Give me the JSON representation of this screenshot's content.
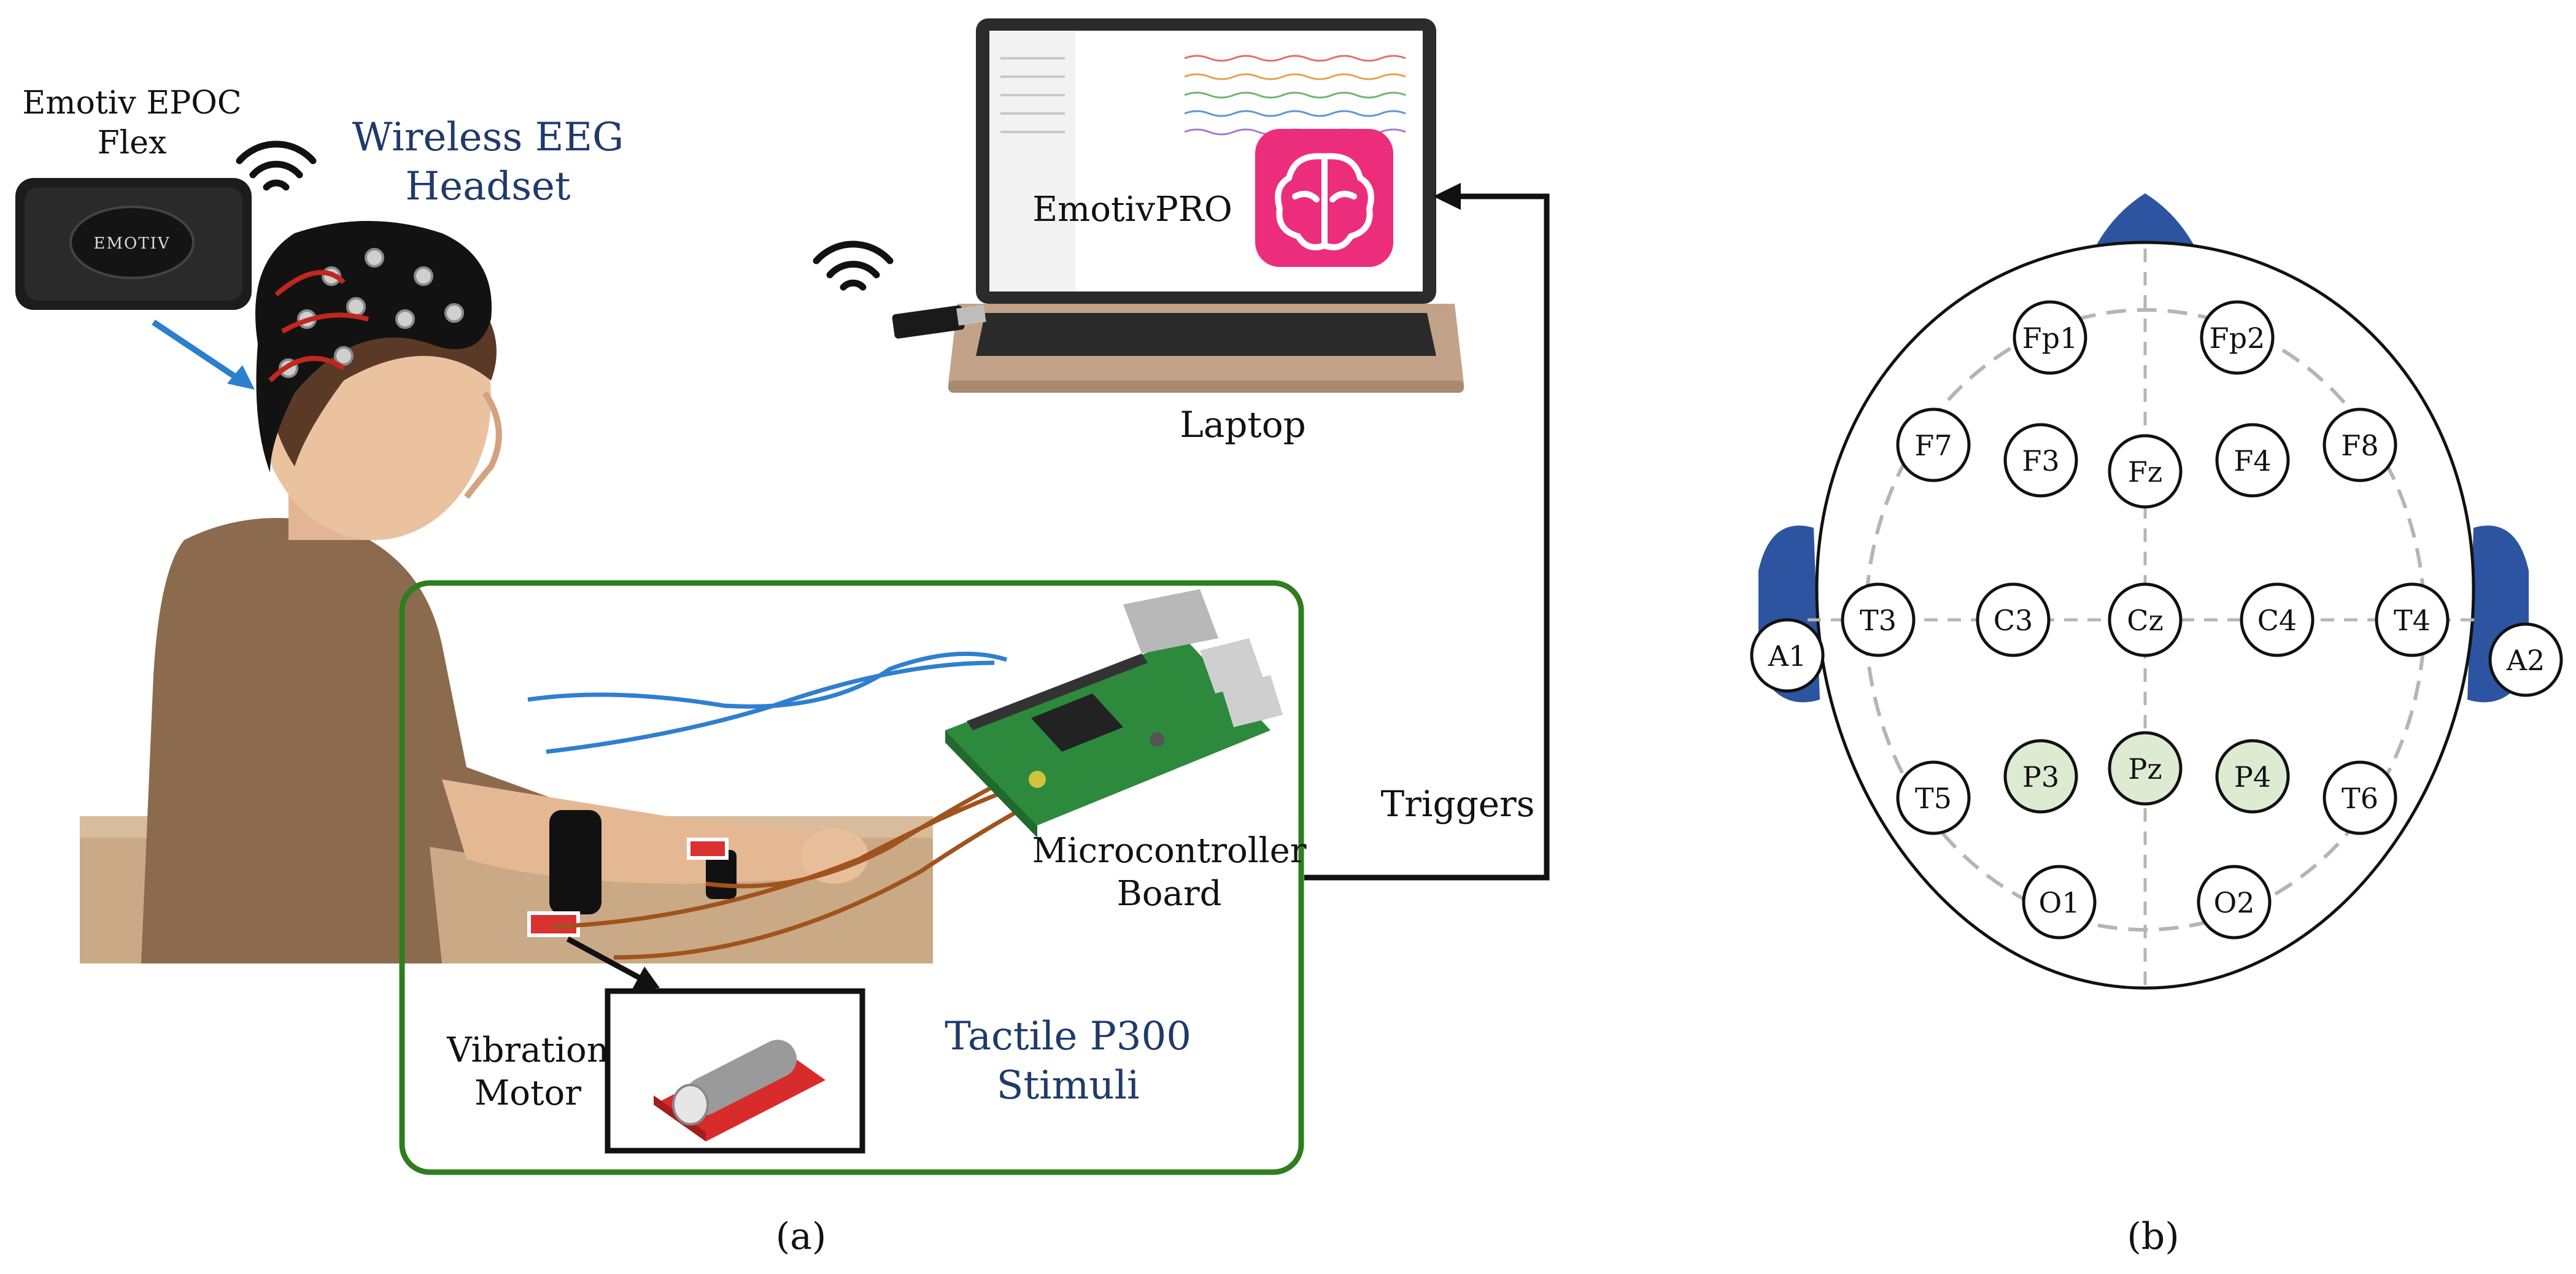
{
  "panel_a": {
    "device_label_line1": "Emotiv EPOC",
    "device_label_line2": "Flex",
    "device_brand": "EMOTIV",
    "headset_label_line1": "Wireless EEG",
    "headset_label_line2": "Headset",
    "software_label": "EmotivPRO",
    "laptop_label": "Laptop",
    "triggers_label": "Triggers",
    "microcontroller_label_line1": "Microcontroller",
    "microcontroller_label_line2": "Board",
    "motor_label_line1": "Vibration",
    "motor_label_line2": "Motor",
    "stimuli_label_line1": "Tactile P300",
    "stimuli_label_line2": "Stimuli",
    "caption": "(a)"
  },
  "panel_b": {
    "caption": "(b)",
    "electrodes": [
      {
        "label": "Fp1",
        "highlight": false
      },
      {
        "label": "Fp2",
        "highlight": false
      },
      {
        "label": "F7",
        "highlight": false
      },
      {
        "label": "F3",
        "highlight": false
      },
      {
        "label": "Fz",
        "highlight": false
      },
      {
        "label": "F4",
        "highlight": false
      },
      {
        "label": "F8",
        "highlight": false
      },
      {
        "label": "A1",
        "highlight": false
      },
      {
        "label": "T3",
        "highlight": false
      },
      {
        "label": "C3",
        "highlight": false
      },
      {
        "label": "Cz",
        "highlight": false
      },
      {
        "label": "C4",
        "highlight": false
      },
      {
        "label": "T4",
        "highlight": false
      },
      {
        "label": "A2",
        "highlight": false
      },
      {
        "label": "T5",
        "highlight": false
      },
      {
        "label": "P3",
        "highlight": true
      },
      {
        "label": "Pz",
        "highlight": true
      },
      {
        "label": "P4",
        "highlight": true
      },
      {
        "label": "T6",
        "highlight": false
      },
      {
        "label": "O1",
        "highlight": false
      },
      {
        "label": "O2",
        "highlight": false
      }
    ]
  },
  "colors": {
    "navy_text": "#1f3a6b",
    "box_green": "#2e7d1f",
    "highlight_fill": "#dcebd2",
    "ear_nose_blue": "#2c54a0",
    "app_pink": "#ec2d7c",
    "arrow_blue": "#2a7fd0"
  }
}
